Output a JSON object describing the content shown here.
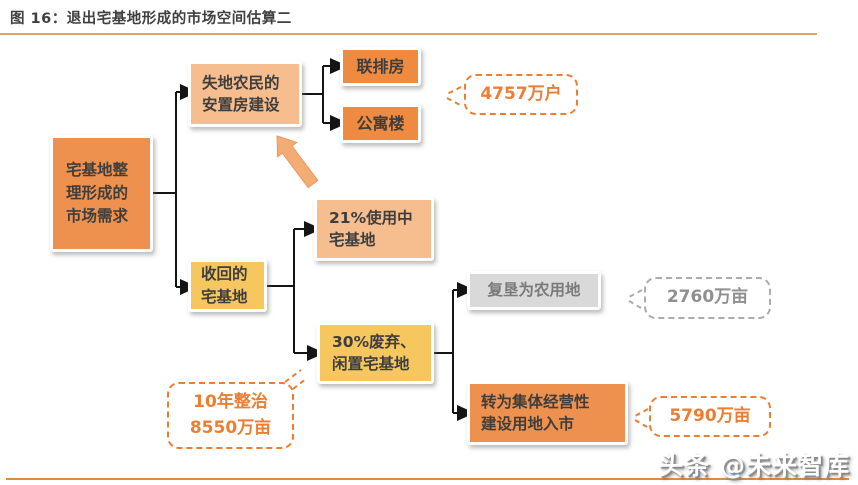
{
  "title": {
    "text": "图 16：退出宅基地形成的市场空间估算二"
  },
  "nodes": {
    "demand": {
      "label": "宅基地整\n理形成的\n市场需求"
    },
    "resettlement": {
      "label": "失地农民的\n安置房建设"
    },
    "rowhouse": {
      "label": "联排房"
    },
    "apartment": {
      "label": "公寓楼"
    },
    "reclaimed": {
      "label": "收回的\n宅基地"
    },
    "in_use": {
      "label": "21%使用中\n宅基地"
    },
    "abandoned": {
      "label": "30%废弃、\n闲置宅基地"
    },
    "farmland": {
      "label": "复垦为农用地"
    },
    "collective": {
      "label": "转为集体经营性\n建设用地入市"
    }
  },
  "callouts": {
    "households": {
      "text": "4757万户"
    },
    "farmland_area": {
      "text": "2760万亩"
    },
    "collective_area": {
      "text": "5790万亩"
    },
    "renovation": {
      "text": "10年整治\n8550万亩"
    }
  },
  "watermark": {
    "text": "头条 @未来智库"
  },
  "colors": {
    "box_orange": "#EF914E",
    "box_light_orange": "#F6BD8F",
    "box_gold": "#F7C75F",
    "box_gray": "#D9D9D9",
    "callout_orange": "#ED7D31",
    "callout_gray": "#ACACAC",
    "connector_black": "#141414",
    "accent_rule": "#DFA164",
    "upward_arrow_fill": "#F3AC74"
  }
}
